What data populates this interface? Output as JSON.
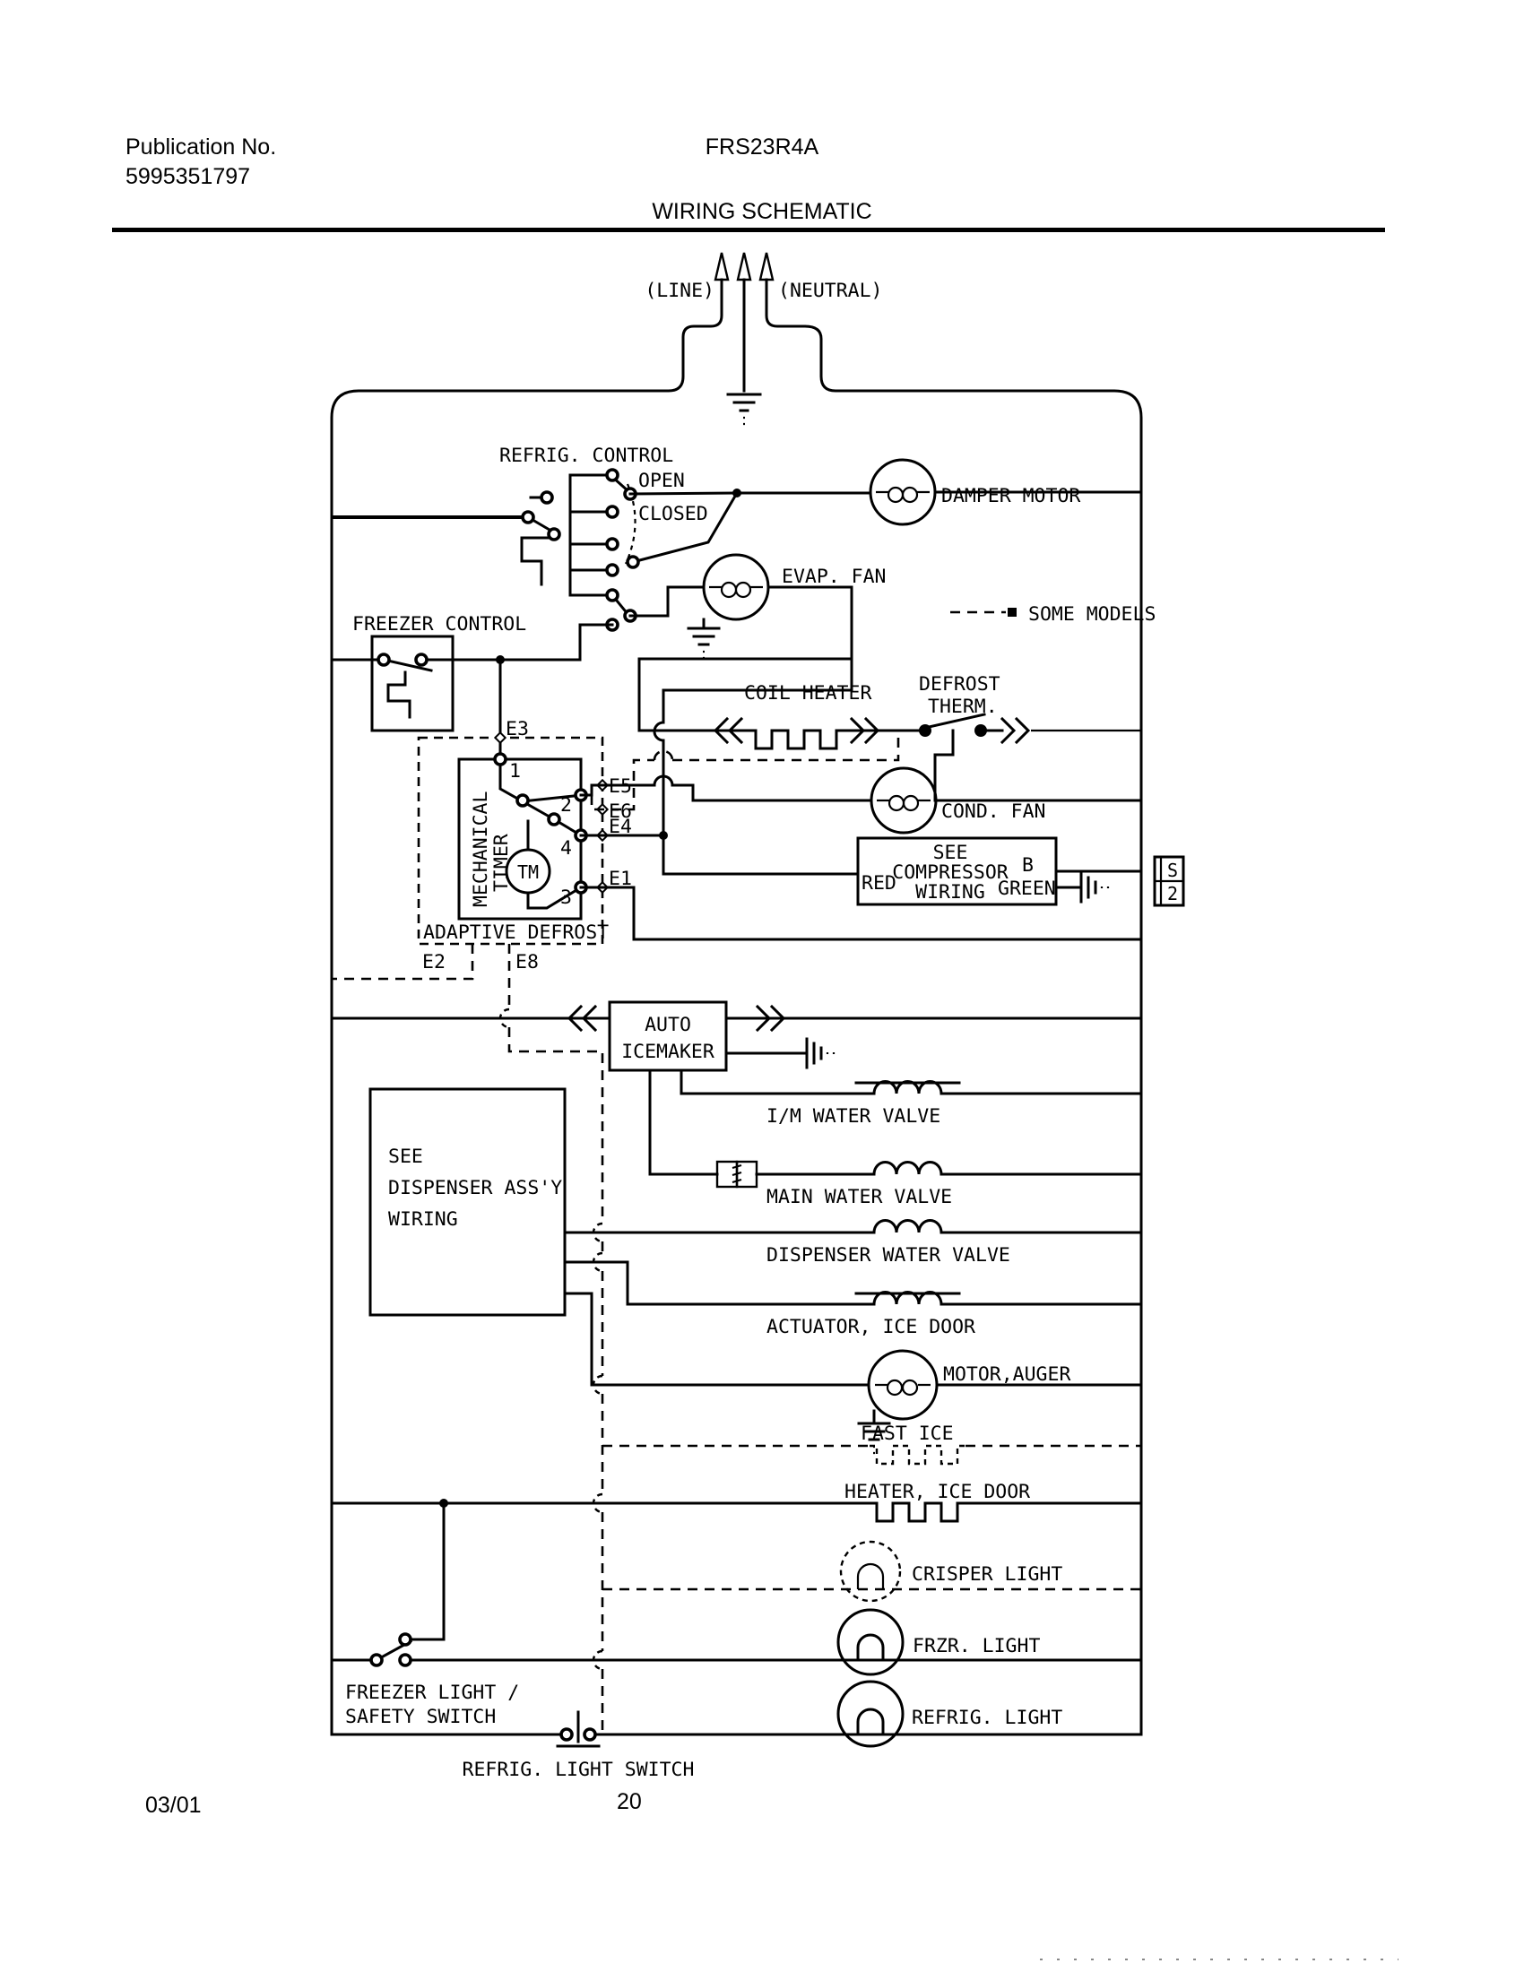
{
  "header": {
    "publication_label": "Publication No.",
    "publication_number": "5995351797",
    "model": "FRS23R4A",
    "title": "WIRING SCHEMATIC"
  },
  "footer": {
    "date": "03/01",
    "page": "20"
  },
  "power": {
    "line": "(LINE)",
    "neutral": "(NEUTRAL)"
  },
  "legend": {
    "some_models": "SOME MODELS"
  },
  "controls": {
    "refrig_control": "REFRIG. CONTROL",
    "open": "OPEN",
    "closed": "CLOSED",
    "freezer_control": "FREEZER CONTROL",
    "defrost_therm_line1": "DEFROST",
    "defrost_therm_line2": "THERM.",
    "freezer_light_switch_line1": "FREEZER LIGHT /",
    "freezer_light_switch_line2": "SAFETY SWITCH",
    "refrig_light_switch": "REFRIG. LIGHT SWITCH"
  },
  "components": {
    "damper_motor": "DAMPER MOTOR",
    "evap_fan": "EVAP. FAN",
    "coil_heater": "COIL HEATER",
    "cond_fan": "COND. FAN",
    "im_water_valve": "I/M WATER VALVE",
    "main_water_valve": "MAIN WATER VALVE",
    "dispenser_water_valve": "DISPENSER WATER VALVE",
    "actuator_ice_door": "ACTUATOR, ICE DOOR",
    "motor_auger": "MOTOR,AUGER",
    "fast_ice": "FAST ICE",
    "heater_ice_door": "HEATER, ICE DOOR",
    "crisper_light": "CRISPER LIGHT",
    "frzr_light": "FRZR. LIGHT",
    "refrig_light": "REFRIG. LIGHT"
  },
  "boxes": {
    "compressor_line1": "SEE",
    "compressor_line2": "COMPRESSOR",
    "compressor_line3": "WIRING",
    "dispenser_line1": "SEE",
    "dispenser_line2": "DISPENSER ASS'Y",
    "dispenser_line3": "WIRING",
    "icemaker_line1": "AUTO",
    "icemaker_line2": "ICEMAKER",
    "adaptive_defrost": "ADAPTIVE DEFROST",
    "mechanical_timer_line1": "MECHANICAL",
    "mechanical_timer_line2": "TIMER",
    "tm": "TM"
  },
  "wire_labels": {
    "red": "RED",
    "b": "B",
    "green": "GREEN",
    "e1": "E1",
    "e2": "E2",
    "e3": "E3",
    "e4": "E4",
    "e5": "E5",
    "e6": "E6",
    "e8": "E8",
    "s_top": "S",
    "s_bottom": "2",
    "t1": "1",
    "t2": "2",
    "t3": "3",
    "t4": "4"
  }
}
